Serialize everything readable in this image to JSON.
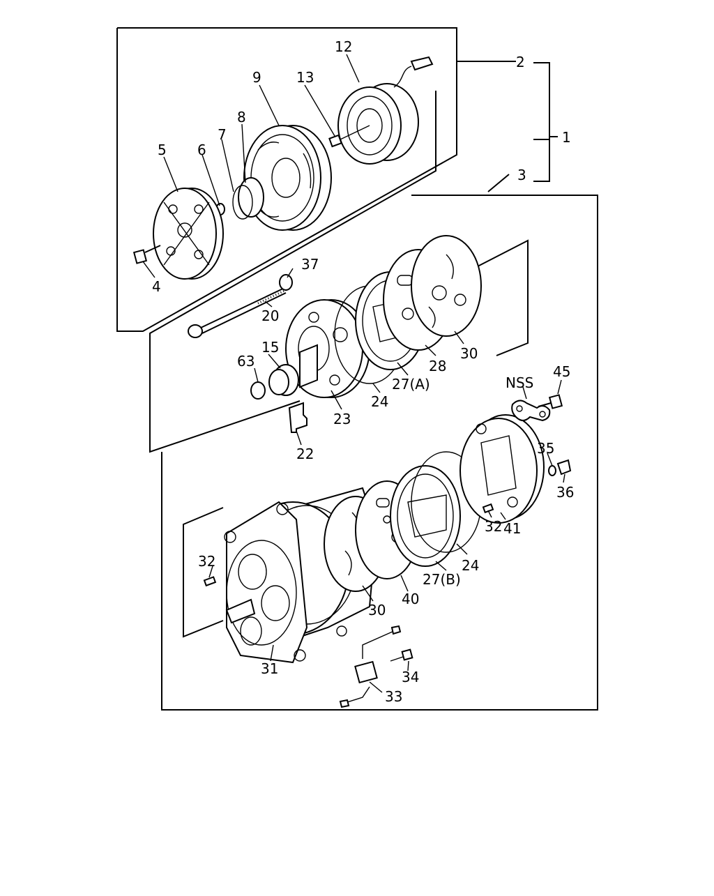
{
  "callouts": {
    "c1": "1",
    "c2": "2",
    "c3": "3",
    "c4": "4",
    "c5": "5",
    "c6": "6",
    "c7": "7",
    "c8": "8",
    "c9": "9",
    "c12": "12",
    "c13": "13",
    "c15": "15",
    "c20": "20",
    "c22": "22",
    "c23": "23",
    "c24a": "24",
    "c24b": "24",
    "c27a": "27(A)",
    "c27b": "27(B)",
    "c28": "28",
    "c30a": "30",
    "c30b": "30",
    "c31": "31",
    "c32a": "32",
    "c32b": "32",
    "c33": "33",
    "c34": "34",
    "c35": "35",
    "c36": "36",
    "c37": "37",
    "c40": "40",
    "c41": "41",
    "c45": "45",
    "c63": "63",
    "nss": "NSS"
  }
}
